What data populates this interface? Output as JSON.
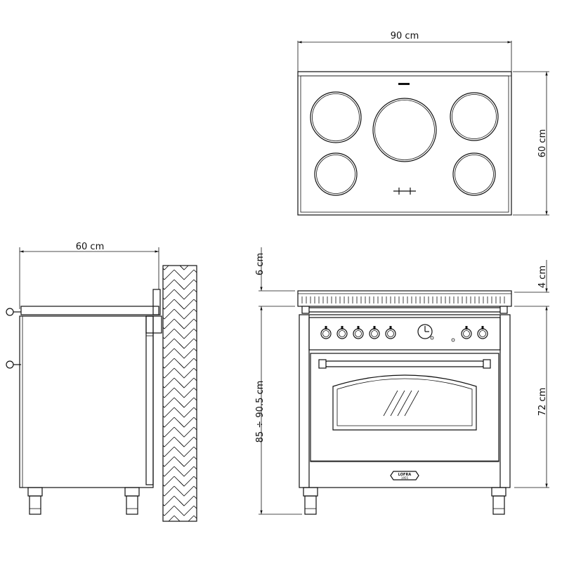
{
  "dimensions": {
    "top_width": "90 cm",
    "top_depth": "60 cm",
    "side_depth": "60 cm",
    "top_gap": "6 cm",
    "cooktop_height": "4 cm",
    "total_height": "85 ÷ 90.5 cm",
    "body_height": "72 cm"
  },
  "brand_plate": {
    "line1": "LOFRA",
    "line2": "1955"
  }
}
